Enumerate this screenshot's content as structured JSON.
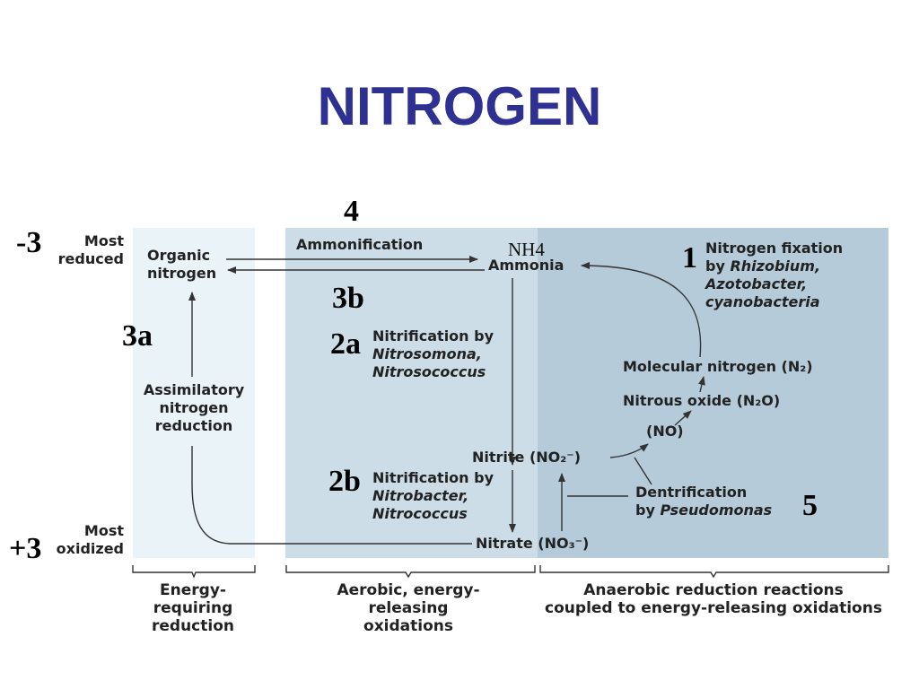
{
  "title": "NITROGEN",
  "annotations": {
    "a4": "4",
    "a_minus3": "-3",
    "nh4": "NH4",
    "a1": "1",
    "a3b": "3b",
    "a3a": "3a",
    "a2a": "2a",
    "a2b": "2b",
    "a5": "5",
    "a_plus3": "+3"
  },
  "left_scale": {
    "most_reduced": [
      "Most",
      "reduced"
    ],
    "most_oxidized": [
      "Most",
      "oxidized"
    ]
  },
  "nodes": {
    "organic_nitrogen": [
      "Organic",
      "nitrogen"
    ],
    "ammonia": "Ammonia",
    "nitrite": "Nitrite (NO₂⁻)",
    "nitrate": "Nitrate (NO₃⁻)",
    "molecular_nitrogen": "Molecular nitrogen (N₂)",
    "nitrous_oxide": "Nitrous oxide (N₂O)",
    "no": "(NO)"
  },
  "processes": {
    "ammonification": "Ammonification",
    "nitrogen_fixation": [
      "Nitrogen fixation",
      "by ",
      "Rhizobium,",
      "Azotobacter,",
      "cyanobacteria"
    ],
    "nitrification_a": [
      "Nitrification by",
      "Nitrosomona,",
      "Nitrosococcus"
    ],
    "nitrification_b": [
      "Nitrification by",
      "Nitrobacter,",
      "Nitrococcus"
    ],
    "assimilatory": [
      "Assimilatory",
      "nitrogen",
      "reduction"
    ],
    "denitrification": [
      "Dentrification",
      "by ",
      "Pseudomonas"
    ]
  },
  "footer": {
    "energy_requiring": [
      "Energy-",
      "requiring",
      "reduction"
    ],
    "aerobic": [
      "Aerobic, energy-",
      "releasing",
      "oxidations"
    ],
    "anaerobic": [
      "Anaerobic reduction reactions",
      "coupled to energy-releasing oxidations"
    ]
  },
  "colors": {
    "title": "#2e3192",
    "panel_left": "#eaf3f8",
    "panel_mid": "#ccdde7",
    "panel_right": "#b5cbd9",
    "arrow": "#333333"
  }
}
